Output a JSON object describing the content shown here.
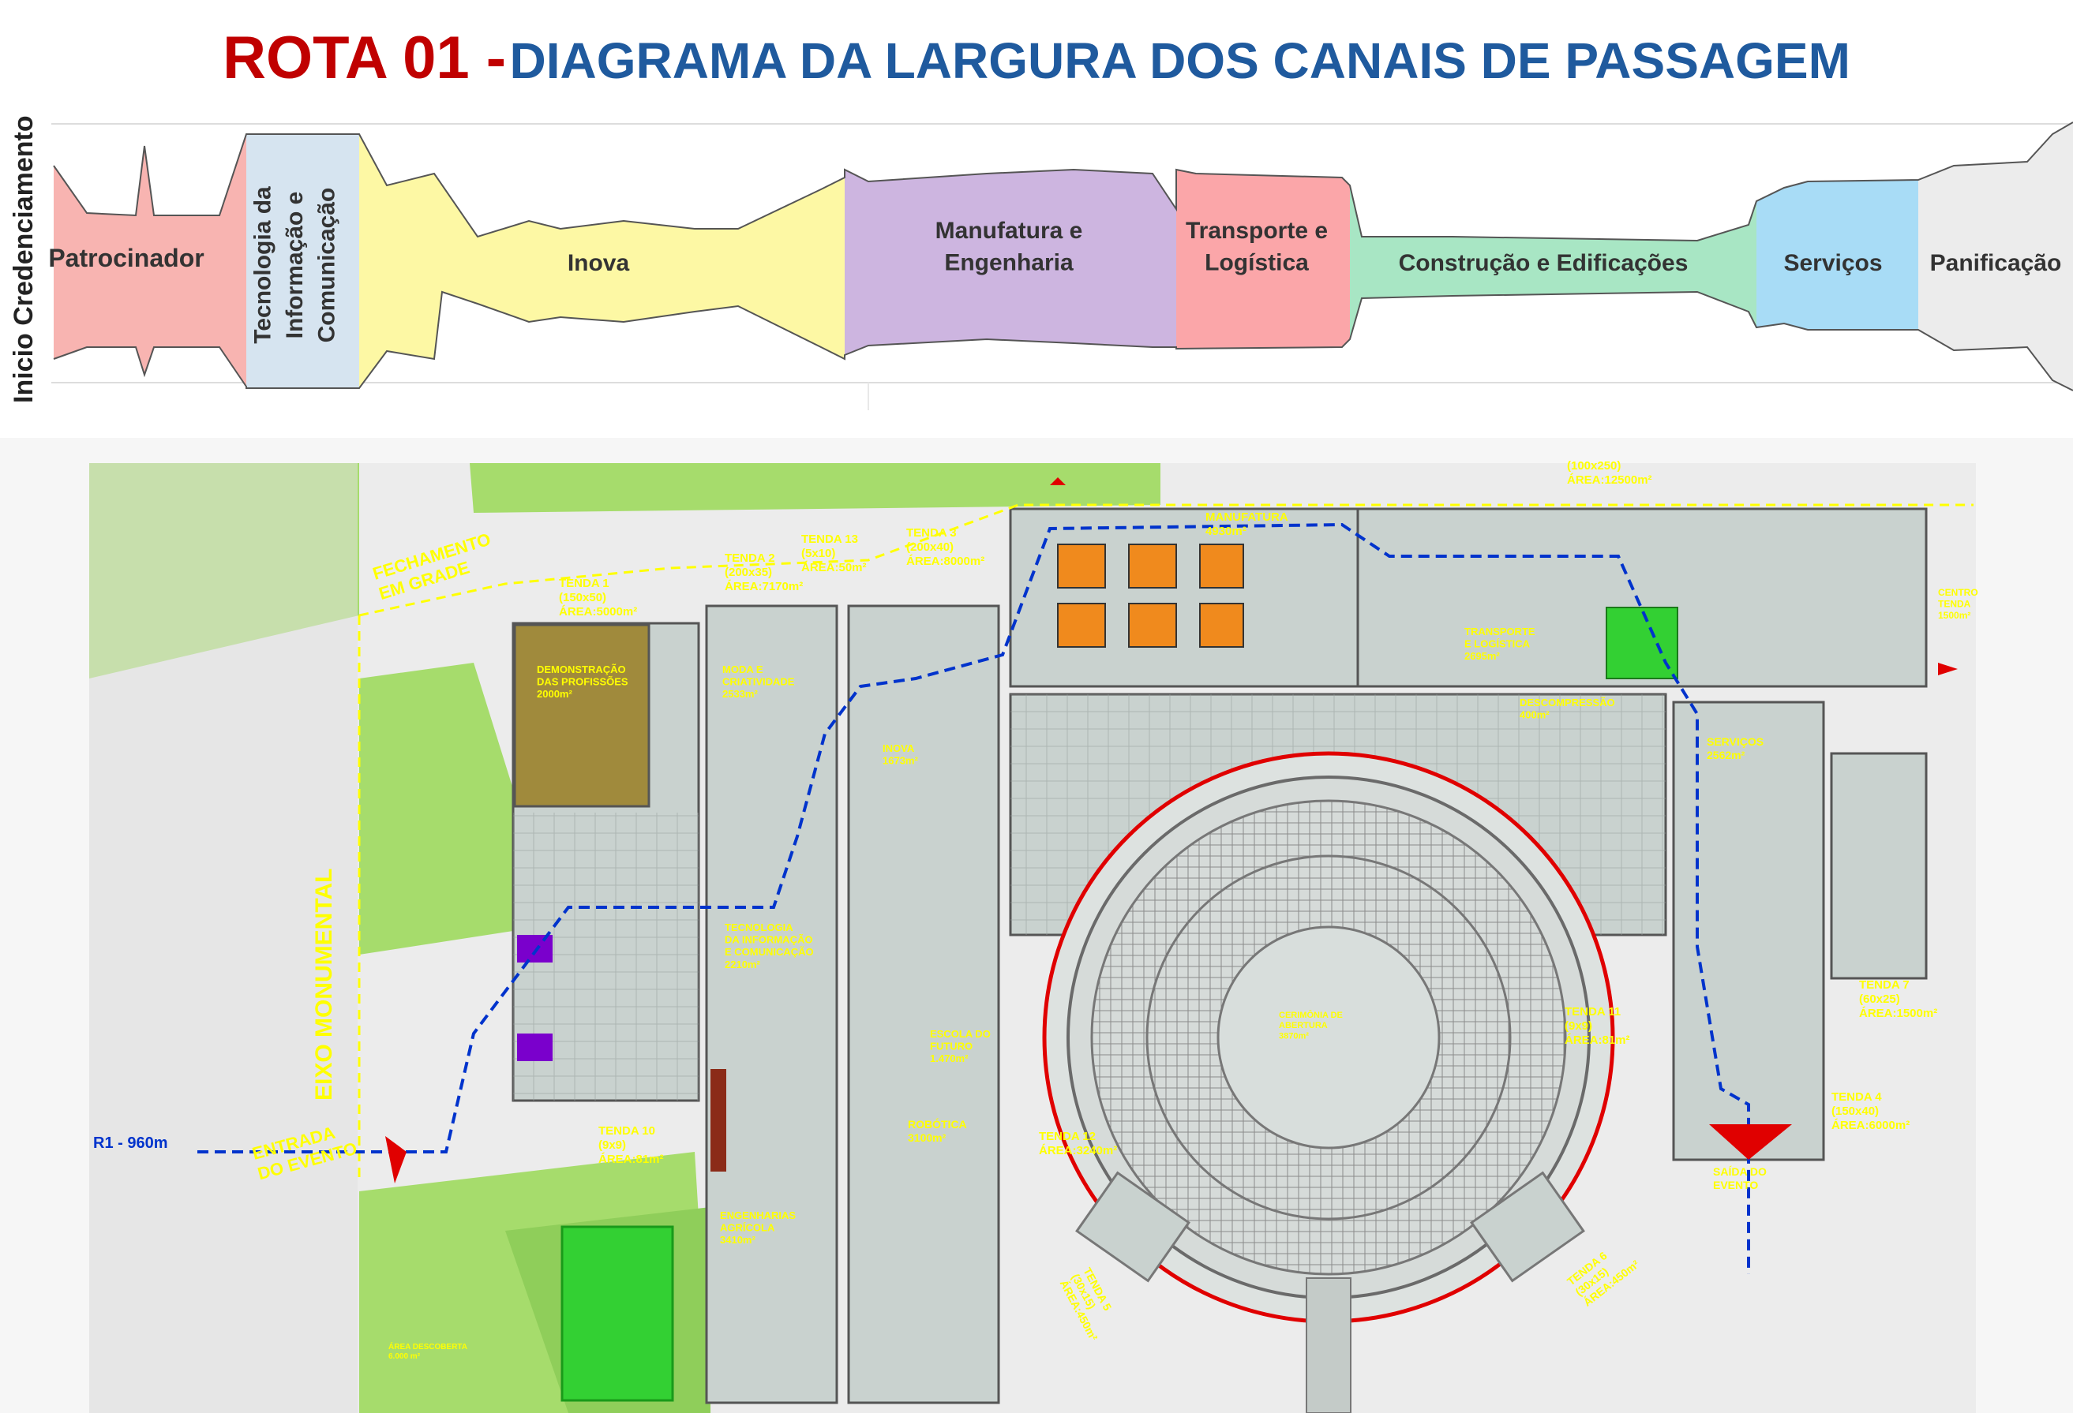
{
  "title": {
    "prefix": "ROTA 01 -",
    "main": "DIAGRAMA DA LARGURA DOS CANAIS DE PASSAGEM"
  },
  "side_label": "Inicio Credenciamento",
  "segments": [
    {
      "id": "patrocinador",
      "lines": [
        "Patrocinador"
      ],
      "color": "#f8b4b1"
    },
    {
      "id": "tic",
      "lines": [
        "Tecnologia da",
        "Informação e",
        "Comunicação"
      ],
      "color": "#d6e4f0"
    },
    {
      "id": "inova",
      "lines": [
        "Inova"
      ],
      "color": "#fdf8a4"
    },
    {
      "id": "manufatura",
      "lines": [
        "Manufatura e",
        "Engenharia"
      ],
      "color": "#cdb5e0"
    },
    {
      "id": "transporte",
      "lines": [
        "Transporte e",
        "Logística"
      ],
      "color": "#fba6a9"
    },
    {
      "id": "construcao",
      "lines": [
        "Construção e Edificações"
      ],
      "color": "#a8e6c4"
    },
    {
      "id": "servicos",
      "lines": [
        "Serviços"
      ],
      "color": "#a8dcf6"
    },
    {
      "id": "panificacao",
      "lines": [
        "Panificação"
      ],
      "color": "#ececec"
    }
  ],
  "plan": {
    "labels": {
      "fechamento": [
        "FECHAMENTO",
        "EM GRADE"
      ],
      "eixo": "EIXO   MONUMENTAL",
      "r1": "R1 - 960m",
      "entrada": [
        "ENTRADA",
        "DO EVENTO"
      ],
      "tenda1": [
        "TENDA 1",
        "(150x50)",
        "ÁREA:5000m²"
      ],
      "demonstracao": [
        "DEMONSTRAÇÃO",
        "DAS PROFISSÕES",
        "2000m²"
      ],
      "tenda2": [
        "TENDA 2",
        "(200x35)",
        "ÁREA:7170m²"
      ],
      "tenda13": [
        "TENDA 13",
        "(5x10)",
        "ÁREA:50m²"
      ],
      "tenda3": [
        "TENDA 3",
        "(200x40)",
        "ÁREA:8000m²"
      ],
      "manufatura": [
        "MANUFATURA",
        "4930m²"
      ],
      "moda": [
        "MODA E",
        "CRIATIVIDADE",
        "2533m²"
      ],
      "inova": [
        "INOVA",
        "1673m²"
      ],
      "tic": [
        "TECNOLOGIA",
        "DA INFORMAÇÃO",
        "E COMUNICAÇÃO",
        "2210m²"
      ],
      "escola": [
        "ESCOLA DO",
        "FUTURO",
        "1.470m²"
      ],
      "robotica": [
        "ROBÓTICA",
        "3100m²"
      ],
      "engenharias": [
        "ENGENHARIAS",
        "AGRÍCOLA",
        "3410m²"
      ],
      "transporte": [
        "TRANSPORTE",
        "E LOGÍSTICA",
        "2695m²"
      ],
      "descompressao": [
        "DESCOMPRESSÃO",
        "400m²"
      ],
      "servicos": [
        "SERVIÇOS",
        "2562m²"
      ],
      "tenda7": [
        "TENDA 7",
        "(60x25)",
        "ÁREA:1500m²"
      ],
      "tenda4": [
        "TENDA 4",
        "(150x40)",
        "ÁREA:6000m²"
      ],
      "tenda10": [
        "TENDA 10",
        "(9x9)",
        "ÁREA:81m²"
      ],
      "tenda11": [
        "TENDA 11",
        "(9x9)",
        "ÁREA:81m²"
      ],
      "tenda12": [
        "TENDA 12",
        "ÁREA:3240m²"
      ],
      "cerimonia": [
        "CERIMÔNIA DE",
        "ABERTURA",
        "3870m²"
      ],
      "tenda5": [
        "TENDA 5",
        "(30x15)",
        "ÁREA:450m²"
      ],
      "tenda6": [
        "TENDA 6",
        "(30x15)",
        "ÁREA:450m²"
      ],
      "saida": [
        "SAÍDA DO",
        "EVENTO"
      ],
      "tenda_top": [
        "(100x250)",
        "ÁREA:12500m²"
      ],
      "right_edge": [
        "CENTRO",
        "TENDA",
        "1500m²"
      ],
      "area_descoberta": [
        "ÁREA DESCOBERTA",
        "6.000 m²"
      ]
    }
  },
  "colors": {
    "title_red": "#c00000",
    "title_blue": "#1f5a9e",
    "plan_yellow": "#ffff00",
    "route_blue": "#0033cc",
    "arrow_red": "#e00000",
    "grass": "#a6dc6c",
    "pavement": "#c9d2cf"
  }
}
